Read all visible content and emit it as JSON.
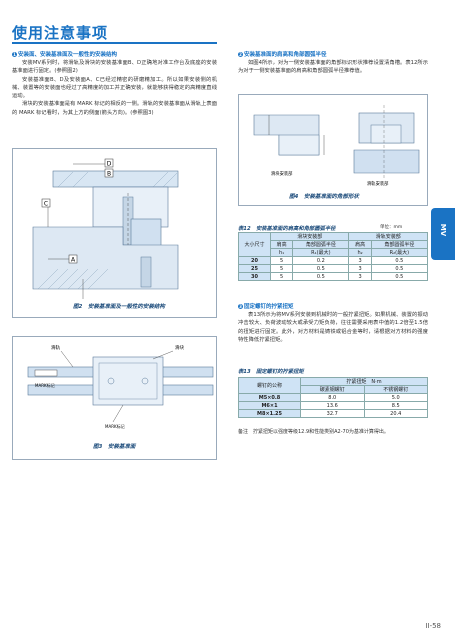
{
  "page_title": "使用注意事项",
  "side_tab": "MV",
  "page_number": "II-58",
  "section1": {
    "num": "1",
    "heading": "安装面、安装基准面及一般性的安装结构",
    "paras": [
      "安装MV系列时，将滑轨及滑块的安装基准面B、D正确地对准工作台及底座的安装基准面进行固定。(参照图2)",
      "安装基准面B、D及安装面A、C已经过精密的研磨精加工。所以如果安装侧的机械、装置等的安装面也经过了高精度的加工并正确安装，就能够获得稳定的高精度直线运动。",
      "滑块的安装基准面是有 MARK 标记的相反的一侧。滑轨的安装基准面从滑轨上表面的 MARK 标记看时，为其上方的侧面(箭头方向)。(参照图3)"
    ],
    "fig2_caption": "图2　安装基准面及一般性的安装结构",
    "fig3_caption": "图3　安装基准面",
    "fig2_labels": [
      "D",
      "C",
      "B",
      "A"
    ],
    "fig3_labels": [
      "滑轨",
      "滑块",
      "MARK标记",
      "MARK标记"
    ]
  },
  "section2": {
    "num": "2",
    "heading": "安装基准面的肩高和角部圆弧半径",
    "para": "如图4所示，对为一侧安装基准面的角部标识形状推荐设置清角槽。表12所示为对于一侧安装基准面的肩高和角部圆弧半径推荐值。",
    "fig4_caption": "图4　安装基准面的角部形状",
    "fig4_labels": [
      "滑块安装部",
      "滑轨安装部"
    ]
  },
  "table12": {
    "title": "表12　安装基准面的肩高和角部圆弧半径",
    "unit": "单位：mm",
    "col_size": "大小尺寸",
    "group1": "滑块安装部",
    "group2": "滑轨安装部",
    "sub_h": "肩高",
    "sub_r": "角部圆弧半径",
    "sym_h1": "h₁",
    "sym_r1": "R₁(最大)",
    "sym_h2": "h₂",
    "sym_r2": "R₂(最大)",
    "rows": [
      [
        "20",
        "5",
        "0.2",
        "3",
        "0.5"
      ],
      [
        "25",
        "5",
        "0.5",
        "3",
        "0.5"
      ],
      [
        "30",
        "5",
        "0.5",
        "3",
        "0.5"
      ]
    ]
  },
  "section3": {
    "num": "3",
    "heading": "固定螺钉的拧紧扭矩",
    "para": "表13所示为将MV系列安装到机械时的一般拧紧扭矩。如果机械、装置的振动冲击较大、负荷波动较大或承受力矩负荷，往往需要采用表中值的1.2倍至1.5倍的扭矩进行固定。此外，对方材料是铸铁或铝合金等时，请根据对方材料的强度特性降低拧紧扭矩。"
  },
  "table13": {
    "title": "表13　固定螺钉的拧紧扭矩",
    "col_bolt": "螺钉的公称",
    "col_torque": "拧紧扭矩　N·m",
    "sub1": "碳素钢螺钉",
    "sub2": "不锈钢螺钉",
    "rows": [
      [
        "M5×0.8",
        "8.0",
        "5.0"
      ],
      [
        "M6×1",
        "13.6",
        "8.5"
      ],
      [
        "M8×1.25",
        "32.7",
        "20.4"
      ]
    ],
    "note": "备注　拧紧扭矩以强度等级12.9和性能类别A2-70为基准计算得出。"
  }
}
